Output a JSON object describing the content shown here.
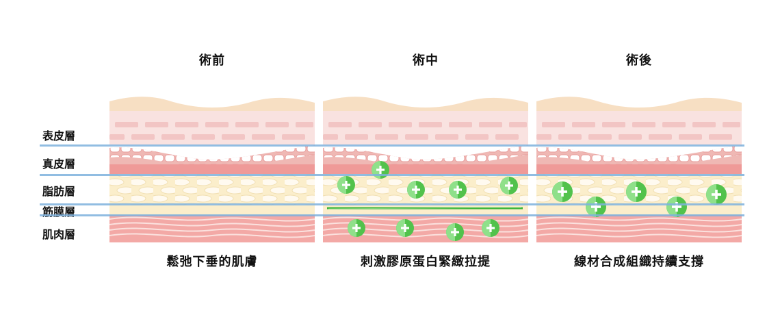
{
  "columns": [
    {
      "title": "術前",
      "caption": "鬆弛下垂的肌膚"
    },
    {
      "title": "術中",
      "caption": "刺激膠原蛋白緊緻拉提"
    },
    {
      "title": "術後",
      "caption": "線材合成組織持續支撐"
    }
  ],
  "layers": [
    {
      "label": "表皮層"
    },
    {
      "label": "真皮層"
    },
    {
      "label": "脂肪層"
    },
    {
      "label": "筋膜層"
    },
    {
      "label": "肌肉層"
    }
  ],
  "colors": {
    "surface": "#f7dfc3",
    "epidermis": "#f9e2e0",
    "dermis": "#efa9a6",
    "fat": "#fbeecb",
    "muscle": "#f3a9a6",
    "fascia_line": "#7eb2dd",
    "marker_green": "#52c24c",
    "marker_light": "#8fe08a",
    "thread_green": "#3fb53a"
  },
  "icons": {
    "marker": "green-plus-circle-icon"
  }
}
